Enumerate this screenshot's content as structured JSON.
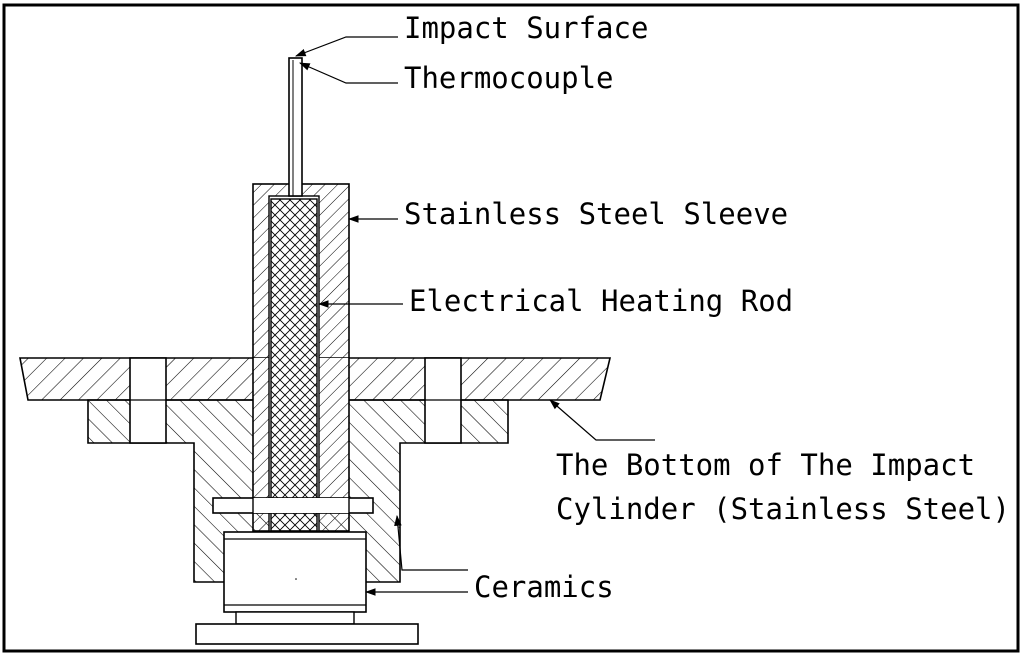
{
  "labels": {
    "impact_surface": "Impact Surface",
    "thermocouple": "Thermocouple",
    "stainless_steel_sleeve": "Stainless Steel Sleeve",
    "electrical_heating_rod": "Electrical Heating Rod",
    "bottom_line1": "The Bottom of The Impact",
    "bottom_line2": "Cylinder (Stainless Steel)",
    "ceramics": "Ceramics"
  },
  "colors": {
    "line": "#000000",
    "background": "#ffffff"
  }
}
